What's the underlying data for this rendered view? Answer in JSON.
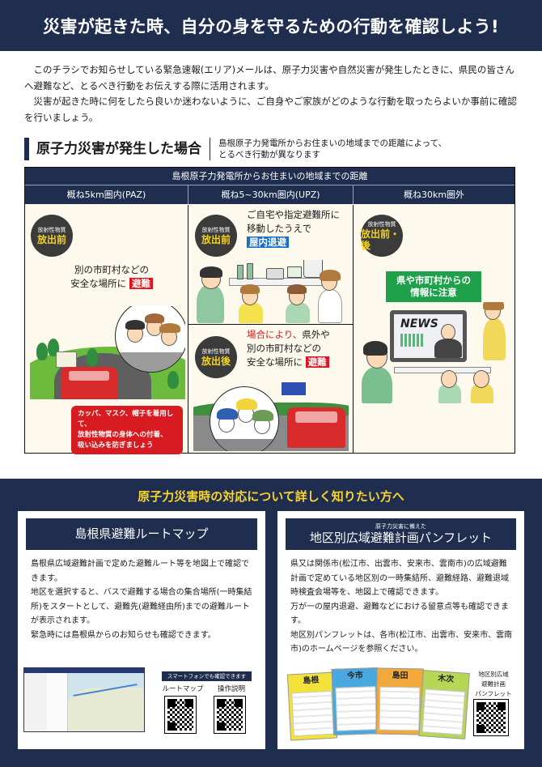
{
  "banner": {
    "title": "災害が起きた時、自分の身を守るための行動を確認しよう!"
  },
  "intro": {
    "paragraphs": [
      "このチラシでお知らせしている緊急速報(エリア)メールは、原子力災害や自然災害が発生したときに、県民の皆さんへ避難など、とるべき行動をお伝えする際に活用されます。",
      "災害が起きた時に何をしたら良いか迷わないように、ご自身やご家族がどのような行動を取ったらよいか事前に確認を行いましょう。"
    ]
  },
  "nuclear_section": {
    "title": "原子力災害が発生した場合",
    "description_line1": "島根原子力発電所からお住まいの地域までの距離によって、",
    "description_line2": "とるべき行動が異なります",
    "table": {
      "header": "島根原子力発電所からお住まいの地域までの距離",
      "columns": [
        "概ね5km圏内(PAZ)",
        "概ね5~30km圏内(UPZ)",
        "概ね30km圏外"
      ],
      "paz": {
        "badge_small": "放射性物質",
        "badge_big": "放出前",
        "line1": "別の市町村などの",
        "line2": "安全な場所に",
        "action": "避難",
        "callout": [
          "カッパ、マスク、帽子を着用して、",
          "放射性物質の身体への付着、",
          "吸い込みを防ぎましょう"
        ]
      },
      "upz_before": {
        "badge_small": "放射性物質",
        "badge_big": "放出前",
        "line1": "ご自宅や指定避難所に",
        "line2": "移動したうえで",
        "action": "屋内退避"
      },
      "upz_after": {
        "badge_small": "放射性物質",
        "badge_big": "放出後",
        "line1_red": "場合により、",
        "line1_rest": "県外や",
        "line2": "別の市町村などの",
        "line3": "安全な場所に",
        "action": "避難"
      },
      "outside": {
        "badge_small": "放射性物質",
        "badge_big": "放出前・後",
        "notice_line1": "県や市町村からの",
        "notice_line2": "情報に注意",
        "tv_text": "NEWS"
      }
    }
  },
  "more_info": {
    "heading": "原子力災害時の対応について詳しく知りたい方へ",
    "route_map_card": {
      "title": "島根県避難ルートマップ",
      "body": [
        "島根県広域避難計画で定めた避難ルート等を地図上で確認できます。",
        "地区を選択すると、バスで避難する場合の集合場所(一時集結所)をスタートとして、避難先(避難経由所)までの避難ルートが表示されます。",
        "緊急時には島根県からのお知らせも確認できます。"
      ],
      "smartphone_label": "スマートフォンでも確認できます",
      "qr_labels": [
        "ルートマップ",
        "操作説明"
      ]
    },
    "pamphlet_card": {
      "subtitle": "原子力災害に備えた",
      "title": "地区別広域避難計画パンフレット",
      "body": [
        "県又は関係市(松江市、出雲市、安来市、雲南市)の広域避難計画で定めている地区別の一時集結所、避難経路、避難退域時検査会場等を、地図上で確認できます。",
        "万が一の屋内退避、避難などにおける留意点等も確認できます。",
        "地区別パンフレットは、各市(松江市、出雲市、安来市、雲南市)のホームページを参照ください。"
      ],
      "pamphlets": [
        {
          "name": "島根",
          "color": "#f3e23a"
        },
        {
          "name": "今市",
          "color": "#49a9df"
        },
        {
          "name": "島田",
          "color": "#f0a93a"
        },
        {
          "name": "木次",
          "color": "#b7d656"
        }
      ],
      "qr_label_lines": [
        "地区別広域",
        "避難計画",
        "パンフレット"
      ]
    }
  },
  "colors": {
    "navy": "#1f2d4f",
    "accent_yellow": "#f7d531",
    "alert_red": "#e0141e",
    "shelter_blue": "#1a6fc4",
    "info_green": "#1fa04a",
    "cell_bg": "#fdf9ec"
  }
}
